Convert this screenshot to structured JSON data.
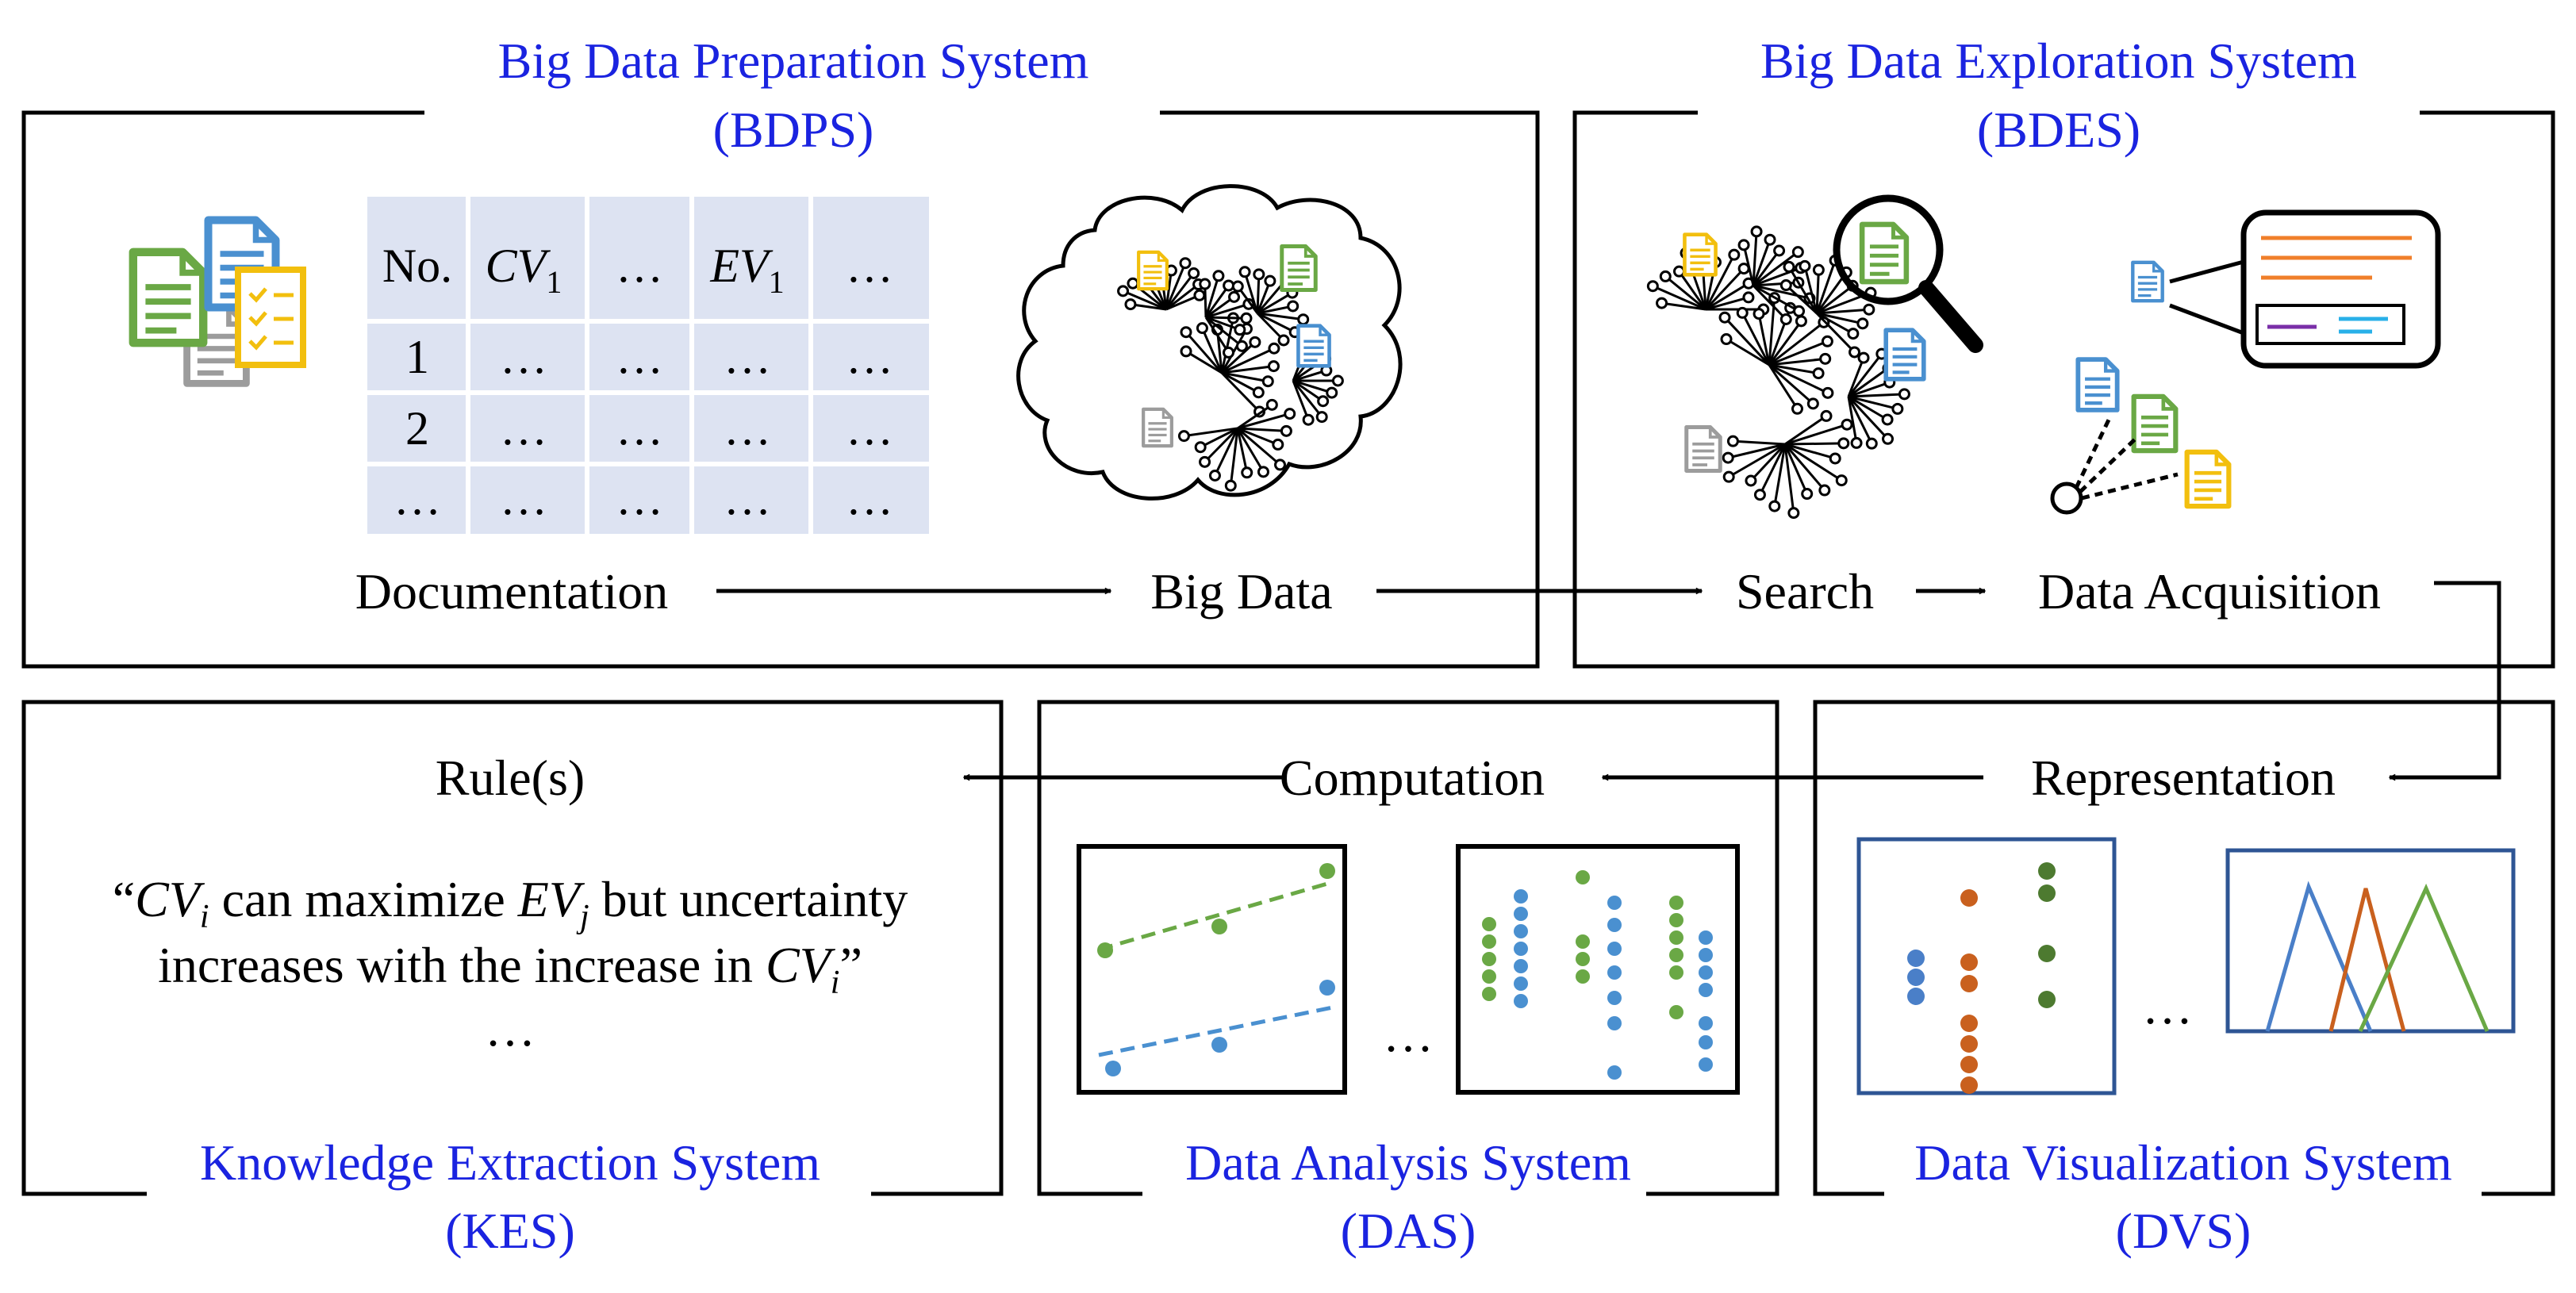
{
  "systems": {
    "bdps": {
      "title": "Big Data Preparation System",
      "abbr": "(BDPS)"
    },
    "bdes": {
      "title": "Big Data Exploration System",
      "abbr": "(BDES)"
    },
    "kes": {
      "title": "Knowledge Extraction System",
      "abbr": "(KES)"
    },
    "das": {
      "title": "Data Analysis System",
      "abbr": "(DAS)"
    },
    "dvs": {
      "title": "Data Visualization System",
      "abbr": "(DVS)"
    }
  },
  "steps": {
    "documentation": "Documentation",
    "big_data": "Big Data",
    "search": "Search",
    "acquisition": "Data Acquisition",
    "representation": "Representation",
    "computation": "Computation",
    "rules": "Rule(s)"
  },
  "table": {
    "headers": [
      "No.",
      "CV",
      "…",
      "EV",
      "…"
    ],
    "subscript": "1",
    "rows": [
      [
        "1",
        "…",
        "…",
        "…",
        "…"
      ],
      [
        "2",
        "…",
        "…",
        "…",
        "…"
      ],
      [
        "…",
        "…",
        "…",
        "…",
        "…"
      ]
    ]
  },
  "quote": {
    "open": "“",
    "cv": "CV",
    "sub_i": "i",
    "text1": " can maximize ",
    "ev": "EV",
    "sub_j": "j",
    "text2": " but uncertainty",
    "line2": "increases with the increase in ",
    "close": "”",
    "ellipsis": "…"
  },
  "ellipsis": "…",
  "colors": {
    "title_blue": "#1a23e0",
    "green": "#6aa845",
    "blue": "#4a90d0",
    "orange": "#c9601e",
    "darkgreen": "#4d7a30",
    "yellow": "#f2bf0e",
    "gray": "#9c9c9c",
    "table_bg": "#dde3f2",
    "purple": "#7a2fa8",
    "cyan": "#29b0e8",
    "frame_blue": "#2e5594"
  },
  "icons": [
    "document-stack-icon",
    "cloud-network-icon",
    "magnifier-icon",
    "window-icon",
    "scatter-plot-icon",
    "triangle-plot-icon"
  ]
}
